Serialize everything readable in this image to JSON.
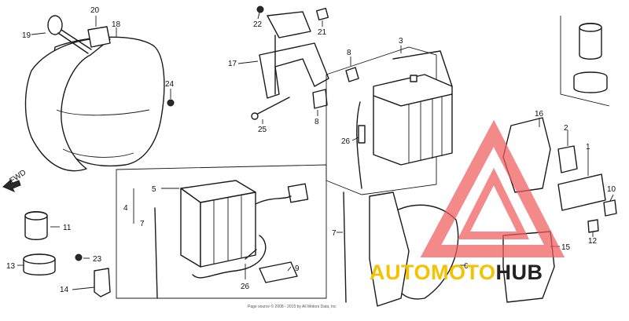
{
  "diagram": {
    "fwd_label": "FWD",
    "caption": "Page source © 2008 - 2015 by All Motors Data, Inc",
    "callouts": {
      "c1": "1",
      "c2": "2",
      "c3": "3",
      "c4": "4",
      "c5": "5",
      "c6": "6",
      "c7a": "7",
      "c7b": "7",
      "c8a": "8",
      "c8b": "8",
      "c9": "9",
      "c10": "10",
      "c11a": "11",
      "c12": "12",
      "c13": "13",
      "c14": "14",
      "c15": "15",
      "c16": "16",
      "c17": "17",
      "c18": "18",
      "c19": "19",
      "c20": "20",
      "c21": "21",
      "c22": "22",
      "c23": "23",
      "c24": "24",
      "c25": "25",
      "c26a": "26",
      "c26b": "26"
    }
  },
  "watermark": {
    "part1": "AUTO",
    "part2": "MOTO",
    "part3": "HUB",
    "color_primary": "#f5c200",
    "color_secondary": "#222222",
    "triangle_color": "#ef5b5b"
  }
}
